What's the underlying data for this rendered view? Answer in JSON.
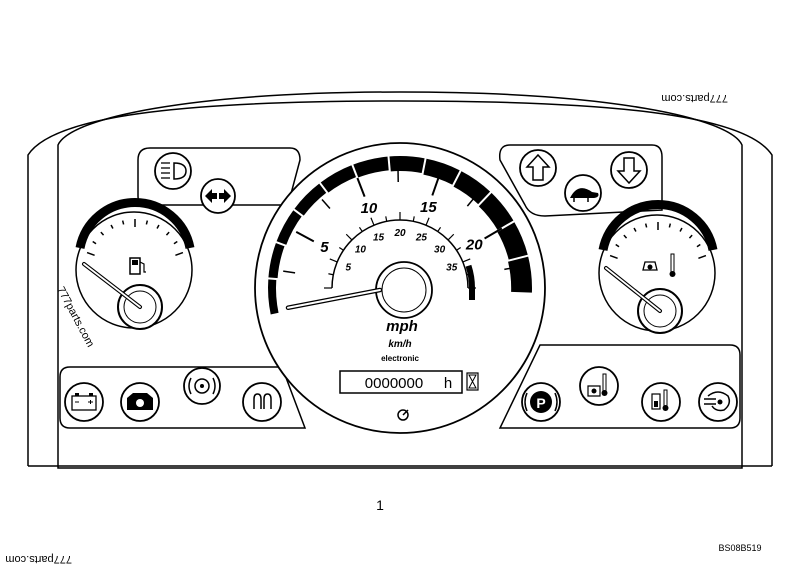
{
  "figure_number": "1",
  "figure_code": "BS08B519",
  "watermark": "777parts.com",
  "speedometer": {
    "unit_primary": "mph",
    "unit_secondary": "km/h",
    "caption": "electronic",
    "mph_ticks": [
      "5",
      "10",
      "15",
      "20"
    ],
    "kmh_ticks": [
      "5",
      "10",
      "15",
      "20",
      "25",
      "30",
      "35"
    ],
    "needle_value_mph": 1.5,
    "max_mph": 24
  },
  "hourmeter": {
    "value": "0000000",
    "unit": "h"
  },
  "fuel_gauge": {
    "icon": "fuel-pump-icon",
    "level": 0.12
  },
  "temp_gauge": {
    "icon": "coolant-temperature-icon",
    "level": 0.12
  },
  "left_top_icons": [
    "headlight-icon",
    "turn-signal-icon"
  ],
  "right_top_icons": [
    "shift-up-icon",
    "tortoise-icon",
    "shift-down-icon"
  ],
  "bottom_left_icons": [
    "battery-icon",
    "oil-pressure-icon",
    "brake-icon",
    "glow-plug-icon"
  ],
  "bottom_right_icons": [
    "parking-brake-icon",
    "engine-temp-icon",
    "hydraulic-temp-icon",
    "transmission-icon"
  ]
}
